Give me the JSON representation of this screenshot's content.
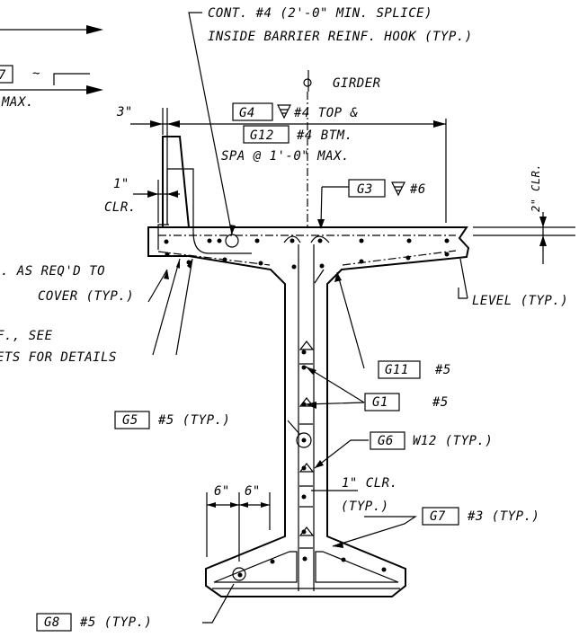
{
  "notes": {
    "cont_hook_1": "CONT. #4 (2'-0\" MIN. SPLICE)",
    "cont_hook_2": "INSIDE BARRIER REINF. HOOK (TYP.)",
    "girder_cl": "GIRDER",
    "dim_3in": "3\"",
    "g4_mark": "G4",
    "g4_text": "#4 TOP &",
    "g12_mark": "G12",
    "g12_text": "#4 BTM.",
    "spa": "SPA @ 1'-0\" MAX.",
    "one_in": "1\"",
    "clr": "CLR.",
    "g3_mark": "G3",
    "g3_text": "#6",
    "two_in_clr": "2\" CLR.",
    "left_partial_mark": "7",
    "left_partial_tilde": "~",
    "left_partial_max": "MAX.",
    "as_reqd": "L. AS REQ'D TO",
    "cover": "COVER (TYP.)",
    "level": "LEVEL (TYP.)",
    "reinf_see": "F., SEE",
    "sheets_details": "ETS FOR DETAILS",
    "g11_mark": "G11",
    "g11_text": "#5",
    "g1_mark": "G1",
    "g1_text": "#5",
    "g5_mark": "G5",
    "g5_text": "#5 (TYP.)",
    "g6_mark": "G6",
    "g6_text": "W12 (TYP.)",
    "one_clr": "1\" CLR.",
    "typ": "(TYP.)",
    "six_a": "6\"",
    "six_b": "6\"",
    "g7_mark": "G7",
    "g7_text": "#3 (TYP.)",
    "g8_mark": "G8",
    "g8_text": "#5 (TYP.)"
  }
}
